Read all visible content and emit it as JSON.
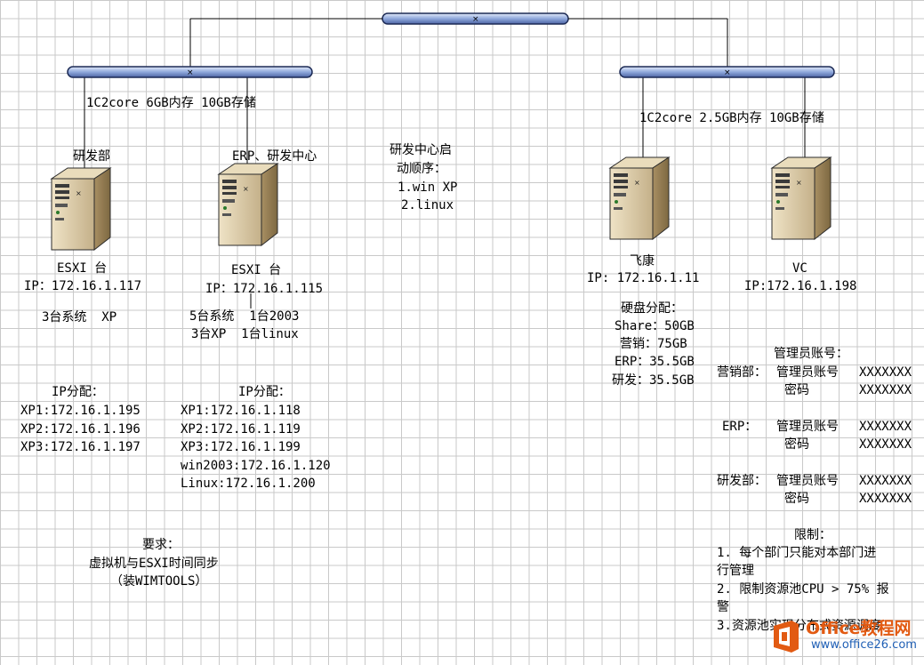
{
  "left_group": {
    "spec": "1C2core 6GB内存 10GB存储",
    "server1": {
      "top_label": "研发部",
      "name": "ESXI 台",
      "ip": "IP：172.16.1.117",
      "systems": "3台系统  XP",
      "ip_title": "IP分配：",
      "ip_list": [
        "XP1:172.16.1.195",
        "XP2:172.16.1.196",
        "XP3:172.16.1.197"
      ]
    },
    "server2": {
      "top_label": "ERP、研发中心",
      "name": "ESXI 台",
      "ip": "IP：172.16.1.115",
      "systems_line1": "5台系统  1台2003",
      "systems_line2": "3台XP  1台linux",
      "ip_title": "IP分配：",
      "ip_list": [
        "XP1:172.16.1.118",
        "XP2:172.16.1.119",
        "XP3:172.16.1.199",
        "win2003:172.16.1.120",
        "Linux:172.16.1.200"
      ]
    }
  },
  "boot_order": {
    "title_line1": "研发中心启",
    "title_line2": "动顺序：",
    "items": [
      "1.win XP",
      "2.linux"
    ]
  },
  "requirement": {
    "title": "要求：",
    "line1": "虚拟机与ESXI时间同步",
    "line2": "（装WIMTOOLS）"
  },
  "right_group": {
    "spec": "1C2core 2.5GB内存 10GB存储",
    "server3": {
      "name": "飞康",
      "ip": "IP: 172.16.1.11",
      "disk_title": "硬盘分配：",
      "disk_list": [
        "Share：50GB",
        "营销：75GB",
        "ERP：35.5GB",
        "研发：35.5GB"
      ]
    },
    "server4": {
      "name": "VC",
      "ip": "IP:172.16.1.198"
    }
  },
  "admin": {
    "title": "管理员账号：",
    "groups": [
      {
        "dept": "营销部：",
        "account_label": "管理员账号",
        "account_value": "XXXXXXX",
        "password_label": "密码",
        "password_value": "XXXXXXX"
      },
      {
        "dept": "ERP：",
        "account_label": "管理员账号",
        "account_value": "XXXXXXX",
        "password_label": "密码",
        "password_value": "XXXXXXX"
      },
      {
        "dept": "研发部：",
        "account_label": "管理员账号",
        "account_value": "XXXXXXX",
        "password_label": "密码",
        "password_value": "XXXXXXX"
      }
    ]
  },
  "limits": {
    "title": "限制：",
    "lines": [
      "1. 每个部门只能对本部门进",
      "行管理",
      "2. 限制资源池CPU > 75% 报",
      "警",
      "3.资源池实现分布式资源调度"
    ]
  },
  "watermark": {
    "main": "Office教程网",
    "sub": "www.office26.com"
  },
  "colors": {
    "bus_fill": "#8fa8dc",
    "server_body": "#d9c8a4",
    "server_face": "#b8a57f",
    "logo_orange": "#e25a12",
    "logo_blue": "#1f5fb5"
  }
}
